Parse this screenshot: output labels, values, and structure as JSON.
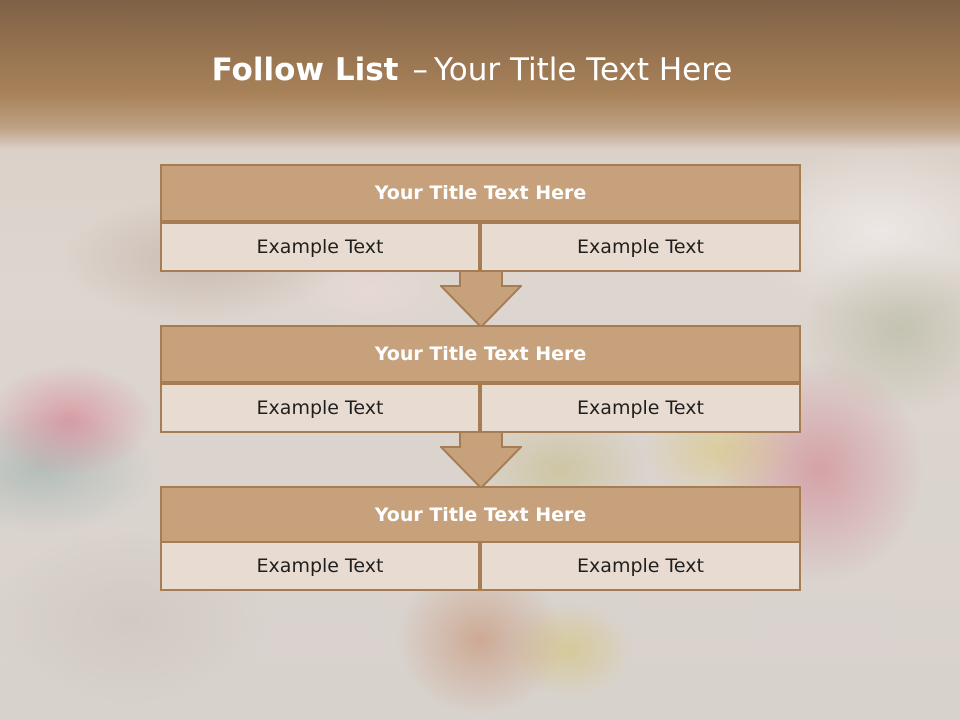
{
  "slide": {
    "title_bold": "Follow List",
    "title_dash": "–",
    "title_rest": "Your Title Text Here"
  },
  "blocks": [
    {
      "title": "Your Title Text Here",
      "left_text": "Example Text",
      "right_text": "Example Text"
    },
    {
      "title": "Your Title Text Here",
      "left_text": "Example Text",
      "right_text": "Example Text"
    },
    {
      "title": "Your Title Text Here",
      "left_text": "Example Text",
      "right_text": "Example Text"
    }
  ],
  "colors": {
    "header_fill": "#c6a17c",
    "cell_fill": "#e8dcd2",
    "border": "#a67c52",
    "top_band": "#94714f"
  }
}
